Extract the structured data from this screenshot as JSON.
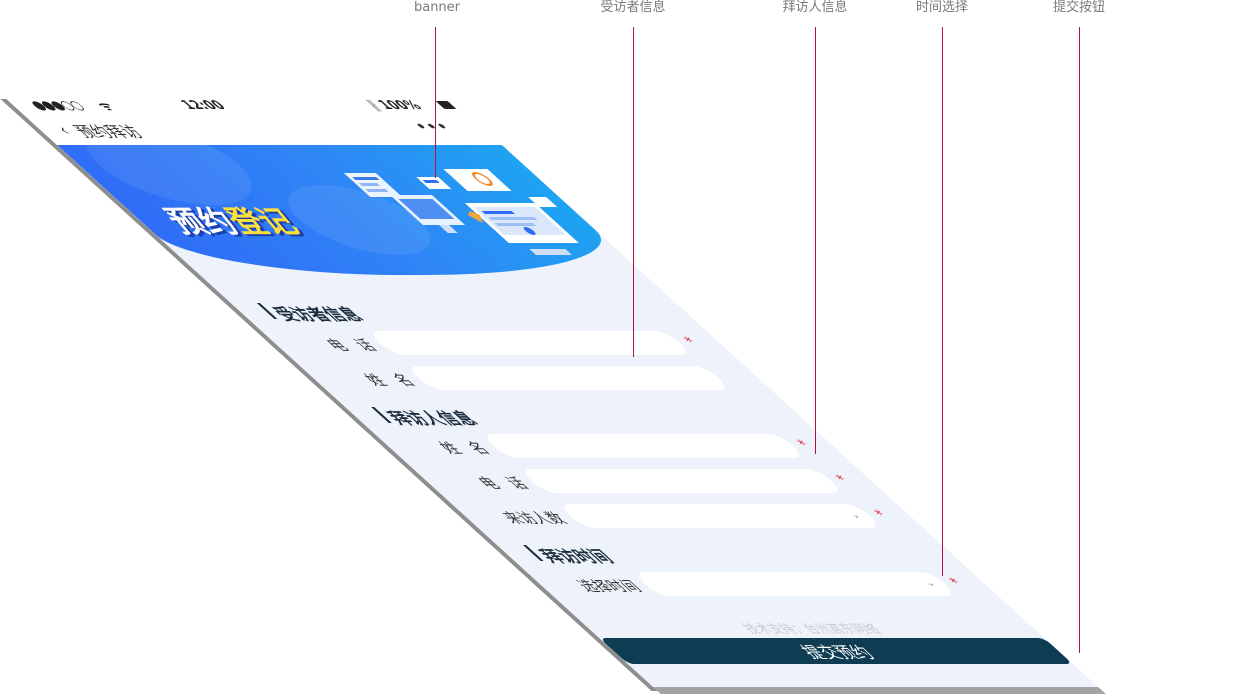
{
  "annotations": [
    {
      "id": "banner",
      "label": "banner"
    },
    {
      "id": "visitee",
      "label": "受访者信息"
    },
    {
      "id": "visitor",
      "label": "拜访人信息"
    },
    {
      "id": "time",
      "label": "时间选择"
    },
    {
      "id": "submit",
      "label": "提交按钮"
    }
  ],
  "status_bar": {
    "signal": "●●●○○",
    "wifi": "ᯤ",
    "time": "12:00",
    "bluetooth": "∦",
    "battery": "100%"
  },
  "nav": {
    "back_icon": "chevron-left",
    "title": "预约拜访",
    "more": "•••"
  },
  "banner": {
    "title_part1": "预约",
    "title_part2": "登记"
  },
  "visitee": {
    "heading": "受访者信息",
    "phone_label": "电　话",
    "name_label": "姓　名",
    "phone_value": "",
    "name_value": "",
    "phone_required": "*"
  },
  "visitor": {
    "heading": "拜访人信息",
    "name_label": "姓　名",
    "phone_label": "电　话",
    "count_label": "来访人数",
    "name_value": "",
    "phone_value": "",
    "count_value": "",
    "required": "*"
  },
  "visit_time": {
    "heading": "拜访时间",
    "label": "选择时间",
    "value": "",
    "required": "*"
  },
  "footer": {
    "support": "技术支持：台州高东网络"
  },
  "submit": {
    "label": "提交预约"
  },
  "colors": {
    "banner": "#2f86f6",
    "submit": "#0e3c52",
    "required": "#e3283d",
    "background": "#eef3fb"
  }
}
